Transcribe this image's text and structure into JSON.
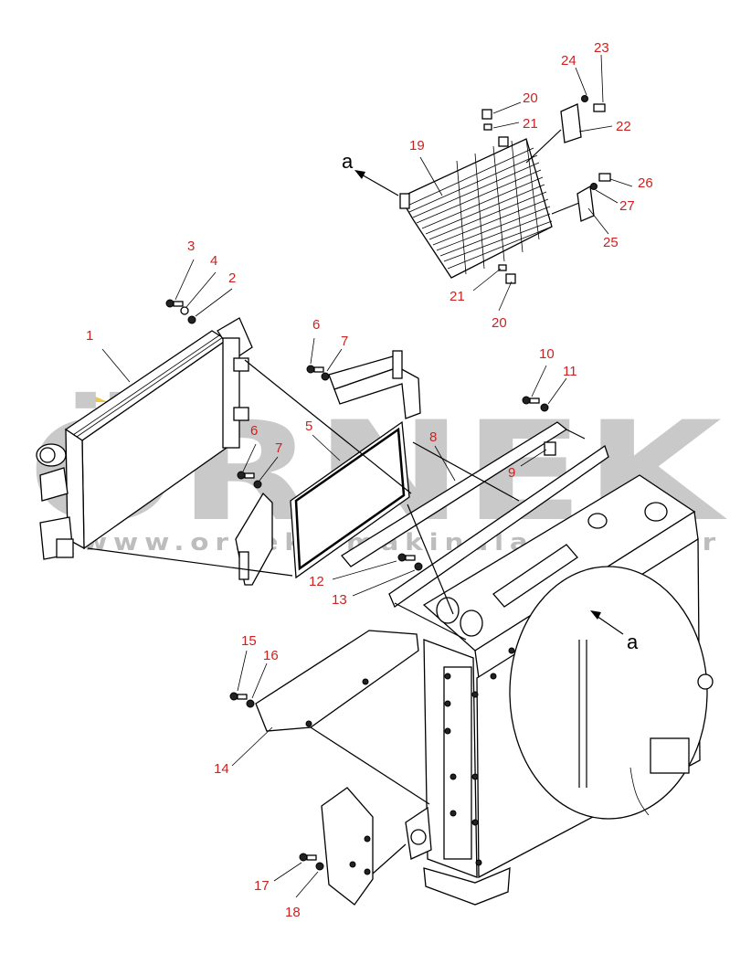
{
  "watermark": {
    "brand": "ÖRNEK",
    "url": "www.ornekismakinalari.com.tr",
    "accent_color": "#f2c53d",
    "text_color": "#c9c9c9"
  },
  "view_markers": [
    "a",
    "a"
  ],
  "callouts": [
    "1",
    "2",
    "3",
    "4",
    "5",
    "6",
    "7",
    "6",
    "7",
    "8",
    "9",
    "10",
    "11",
    "12",
    "13",
    "14",
    "15",
    "16",
    "17",
    "18",
    "19",
    "20",
    "21",
    "22",
    "23",
    "24",
    "25",
    "26",
    "27",
    "21",
    "20"
  ],
  "colors": {
    "callout": "#cc2222",
    "line": "#000000"
  }
}
